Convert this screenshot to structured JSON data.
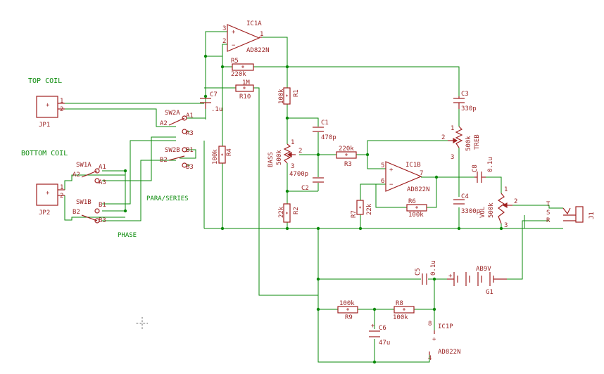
{
  "colors": {
    "wire": "#0a8a0a",
    "part": "#a02020",
    "text_part": "#9a2424",
    "text_net": "#0a8a0a"
  },
  "notes": {
    "top_coil": "TOP COIL",
    "bottom_coil": "BOTTOM COIL",
    "para_series": "PARA/SERIES",
    "phase": "PHASE"
  },
  "parts": {
    "ic1a": {
      "name": "IC1A",
      "value": "AD822N"
    },
    "ic1b": {
      "name": "IC1B",
      "value": "AD822N"
    },
    "ic1p": {
      "name": "IC1P",
      "value": "AD822N"
    },
    "r1": {
      "name": "R1",
      "value": "100k"
    },
    "r2": {
      "name": "R2",
      "value": "22k"
    },
    "r3": {
      "name": "R3",
      "value": "220k"
    },
    "r4": {
      "name": "R4",
      "value": "100k"
    },
    "r5": {
      "name": "R5",
      "value": "220k"
    },
    "r6": {
      "name": "R6",
      "value": "100k"
    },
    "r7": {
      "name": "R7",
      "value": "22k"
    },
    "r8": {
      "name": "R8",
      "value": "100k"
    },
    "r9": {
      "name": "R9",
      "value": "100k"
    },
    "r10": {
      "name": "R10",
      "value": "1M"
    },
    "c1": {
      "name": "C1",
      "value": "470p"
    },
    "c2": {
      "name": "C2",
      "value": "4700p"
    },
    "c3": {
      "name": "C3",
      "value": "330p"
    },
    "c4": {
      "name": "C4",
      "value": "3300p"
    },
    "c5": {
      "name": "C5",
      "value": "0.1u"
    },
    "c6": {
      "name": "C6",
      "value": "47u"
    },
    "c7": {
      "name": "C7",
      "value": ".1u"
    },
    "c8": {
      "name": "C8",
      "value": "0.1u"
    },
    "bass": {
      "name": "BASS",
      "value": "500k"
    },
    "treb": {
      "name": "TREB",
      "value": "500k"
    },
    "vol": {
      "name": "VOL",
      "value": "500k"
    },
    "g1": {
      "name": "G1",
      "value": "AB9V"
    },
    "jp1": {
      "name": "JP1"
    },
    "jp2": {
      "name": "JP2"
    },
    "j1": {
      "name": "J1"
    },
    "sw1a": {
      "name": "SW1A"
    },
    "sw1b": {
      "name": "SW1B"
    },
    "sw2a": {
      "name": "SW2A"
    },
    "sw2b": {
      "name": "SW2B"
    }
  },
  "pins": {
    "ic1a_p3": "3",
    "ic1a_p2": "2",
    "ic1a_p1": "1",
    "ic1b_p5": "5",
    "ic1b_p6": "6",
    "ic1b_p7": "7",
    "ic1p_p8": "8",
    "ic1p_p4": "4",
    "jp1_p1": "1",
    "jp1_p2": "2",
    "jp2_p1": "1",
    "jp2_p2": "2",
    "sw1a_a1": "A1",
    "sw1a_a2": "A2",
    "sw1a_a3": "A3",
    "sw1b_b1": "B1",
    "sw1b_b2": "B2",
    "sw1b_b3": "B3",
    "sw2a_a1": "A1",
    "sw2a_a2": "A2",
    "sw2a_a3": "A3",
    "sw2b_b1": "B1",
    "sw2b_b2": "B2",
    "sw2b_b3": "B3",
    "bass_1": "1",
    "bass_2": "2",
    "bass_3": "3",
    "treb_1": "1",
    "treb_2": "2",
    "treb_3": "3",
    "vol_1": "1",
    "vol_2": "2",
    "vol_3": "3",
    "j1_t": "T",
    "j1_s": "S",
    "j1_r": "R",
    "plus": "+",
    "minus": "−"
  }
}
